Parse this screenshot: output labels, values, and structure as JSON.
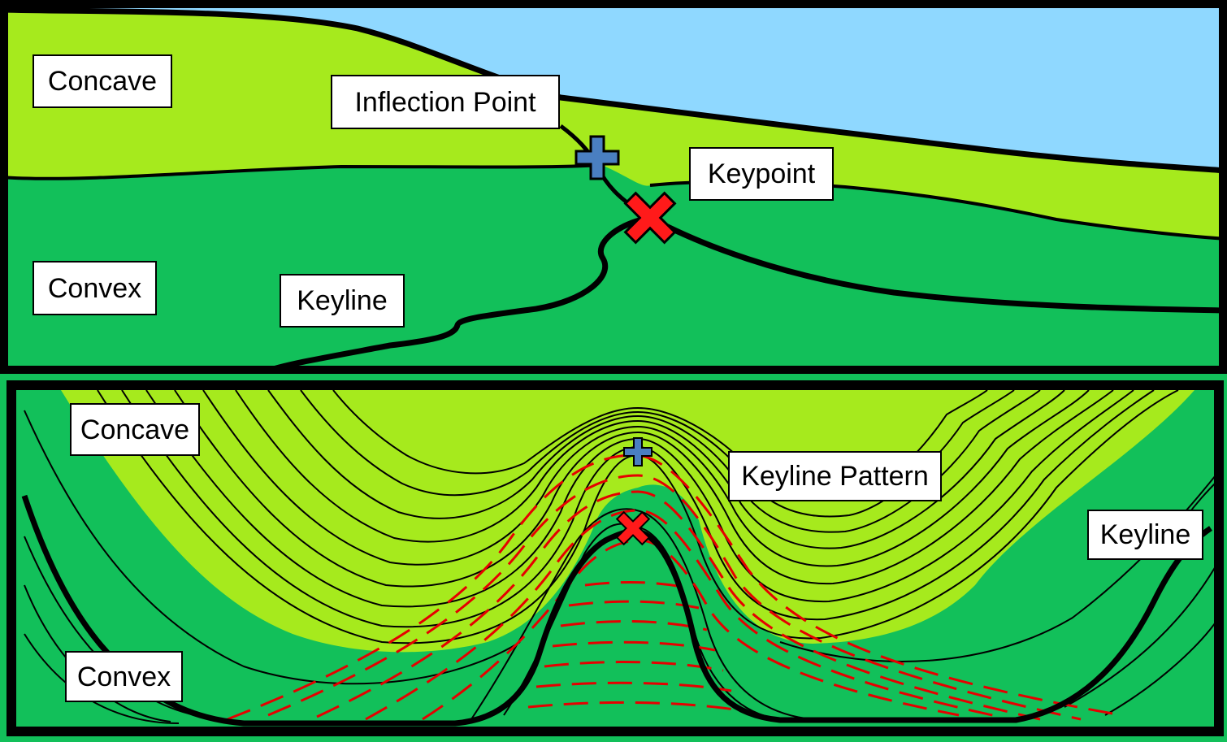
{
  "colors": {
    "sky": "#8fd8ff",
    "concave_fill": "#a6ea1d",
    "convex_fill": "#12c05a",
    "outline": "#000000",
    "inflection_marker": "#4a7fc1",
    "keypoint_marker": "#ff1a1a",
    "keyline_pattern": "#e60000"
  },
  "top_panel": {
    "labels": {
      "concave": "Concave",
      "inflection_point": "Inflection Point",
      "keypoint": "Keypoint",
      "convex": "Convex",
      "keyline": "Keyline"
    },
    "markers": {
      "inflection": "plus-icon",
      "keypoint": "cross-icon"
    }
  },
  "bottom_panel": {
    "labels": {
      "concave": "Concave",
      "keyline_pattern": "Keyline Pattern",
      "keyline": "Keyline",
      "convex": "Convex"
    },
    "markers": {
      "inflection": "plus-icon",
      "keypoint": "cross-icon"
    }
  }
}
